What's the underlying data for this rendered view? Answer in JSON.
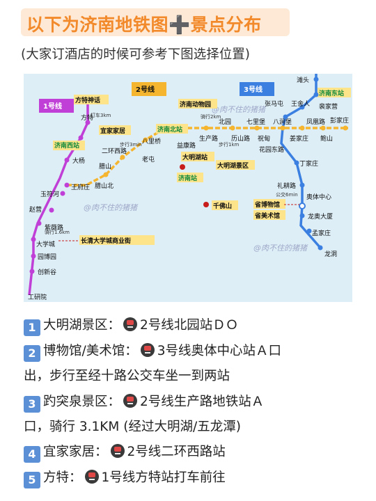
{
  "header": {
    "title": "以下为济南地铁图➕景点分布",
    "subtitle": "(大家订酒店的时候可参考下图选择位置)"
  },
  "map": {
    "lines": {
      "line1": {
        "name": "1号线",
        "color": "#c03fd6"
      },
      "line2": {
        "name": "2号线",
        "color": "#f5b52e"
      },
      "line3": {
        "name": "3号线",
        "color": "#3b7fe0"
      }
    },
    "stations": {
      "gongyanyuan": "工研院",
      "chuangxingu": "创新谷",
      "yuanboyuan": "园博园",
      "daxuecheng": "大学城",
      "zixialu": "紫薇路",
      "zhaoying": "赵营",
      "yufulu": "玉符河",
      "wangfuzhuang": "王府庄",
      "dayang": "大杨",
      "jinanxizhan": "济南西站",
      "fangte": "方特",
      "ercheng": "腊山",
      "laoshanbei": "腊山北",
      "erhuanxi": "二环西路",
      "bali": "八里桥",
      "laozhuang": "老屯",
      "yixiangjiaju": "宜家家居",
      "yikanglu": "益康路",
      "jinanbeizhan": "济南北站",
      "shengchanlu": "生产路",
      "lishanlu": "历山路",
      "beiyuan": "北园",
      "qiliqiao": "七里堡",
      "bajiaqiao": "八涧堡",
      "jiangjiazhuang": "姜家庄",
      "fenghuanglu": "凤凰路",
      "baoshan": "鲍山",
      "pengjiazhuang": "彭家庄",
      "taishanlu": "祝甸",
      "huayuandonglu": "花园东路",
      "tantou": "滩头",
      "jinandongzhan": "济南东站",
      "zhangmatun": "张马屯",
      "wangsheren": "王舍人",
      "zhuangjiaying": "裴家营",
      "dingjiazhuang": "丁家庄",
      "lijiazhuang": "礼耕路",
      "aotizhongxin": "奥体中心",
      "longaodasha": "龙奥大厦",
      "mengjiazhuang": "孟家庄",
      "longdong": "龙洞",
      "jinansta": "济南站"
    },
    "pois": {
      "fangteshenhua": "方特神话",
      "jinandongwuyuan": "济南动物园",
      "daminghu": "大明湖站",
      "daminghujingqu": "大明湖景区",
      "qianfoshan": "千佛山",
      "shengbowuguan": "省博物馆",
      "shengmeishuguan": "省美术馆",
      "changqingdaxuecheng": "长清大学城商业街"
    },
    "notes": {
      "dache3km": "打车3km",
      "buxing3min": "步行3min",
      "qixing2km": "骑行2km",
      "buxing1km": "步行1km",
      "qixing16km": "骑行1.6km",
      "gongjiao6min": "公交6min"
    },
    "watermark": "@肉不住的猪猪"
  },
  "list": [
    {
      "num": "1",
      "a": "大明湖景区：",
      "b": "2号线北园站ＤＯ",
      "c": ""
    },
    {
      "num": "2",
      "a": "博物馆/美术馆：",
      "b": "3号线奥体中心站Ａ口",
      "c": "出，步行至经十路公交车坐一到两站"
    },
    {
      "num": "3",
      "a": "趵突泉景区：",
      "b": "2号线生产路地铁站Ａ",
      "c": "口，骑行 3.1KM (经过大明湖/五龙潭)"
    },
    {
      "num": "4",
      "a": "宜家家居：",
      "b": "2号线二环西路站",
      "c": ""
    },
    {
      "num": "5",
      "a": "方特：",
      "b": "1号线方特站打车前往",
      "c": ""
    }
  ]
}
